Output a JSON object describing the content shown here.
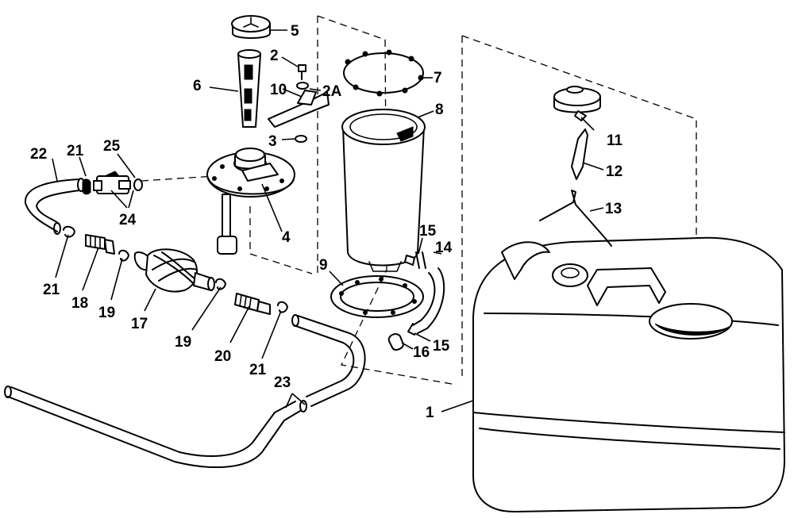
{
  "callouts": {
    "c1": "1",
    "c2": "2",
    "c2a": "2A",
    "c3": "3",
    "c4": "4",
    "c5": "5",
    "c6": "6",
    "c7": "7",
    "c8": "8",
    "c9": "9",
    "c10": "10",
    "c11": "11",
    "c12": "12",
    "c13": "13",
    "c14": "14",
    "c15a": "15",
    "c15b": "15",
    "c16": "16",
    "c17": "17",
    "c18": "18",
    "c19a": "19",
    "c19b": "19",
    "c20": "20",
    "c21a": "21",
    "c21b": "21",
    "c21c": "21",
    "c22": "22",
    "c23": "23",
    "c24": "24",
    "c25": "25"
  }
}
